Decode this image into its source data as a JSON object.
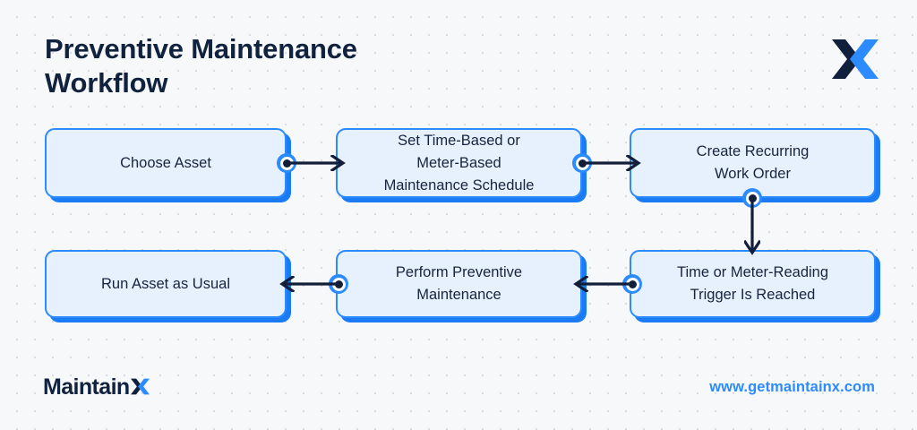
{
  "header": {
    "title": "Preventive Maintenance\nWorkflow",
    "brand_mark": "maintainx-x-icon"
  },
  "theme": {
    "background": "#f7f8fa",
    "dot_grid": "#d9dce2",
    "navy": "#11223f",
    "accent_blue": "#2b8bff",
    "box_fill": "#e7f1fe",
    "box_border": "#2b8bff",
    "box_shadow": "#1b7bf5",
    "arrow": "#131f38"
  },
  "flowchart": {
    "nodes": [
      {
        "id": "choose-asset",
        "label": "Choose Asset",
        "row": 1,
        "col": 1
      },
      {
        "id": "set-schedule",
        "label": "Set Time-Based or\nMeter-Based\nMaintenance Schedule",
        "row": 1,
        "col": 2
      },
      {
        "id": "create-wo",
        "label": "Create Recurring\nWork Order",
        "row": 1,
        "col": 3
      },
      {
        "id": "run-asset",
        "label": "Run Asset as Usual",
        "row": 2,
        "col": 1
      },
      {
        "id": "perform-pm",
        "label": "Perform Preventive\nMaintenance",
        "row": 2,
        "col": 2
      },
      {
        "id": "trigger-reached",
        "label": "Time or Meter-Reading\nTrigger Is Reached",
        "row": 2,
        "col": 3
      }
    ],
    "connectors": [
      {
        "id": "conn-1",
        "from": "choose-asset",
        "to": "set-schedule",
        "direction": "right",
        "icon": "arrow-right-icon"
      },
      {
        "id": "conn-2",
        "from": "set-schedule",
        "to": "create-wo",
        "direction": "right",
        "icon": "arrow-right-icon"
      },
      {
        "id": "conn-3",
        "from": "create-wo",
        "to": "trigger-reached",
        "direction": "down",
        "icon": "arrow-down-icon"
      },
      {
        "id": "conn-4",
        "from": "trigger-reached",
        "to": "perform-pm",
        "direction": "left",
        "icon": "arrow-left-icon"
      },
      {
        "id": "conn-5",
        "from": "perform-pm",
        "to": "run-asset",
        "direction": "left",
        "icon": "arrow-left-icon"
      }
    ]
  },
  "footer": {
    "logo_text": "Maintain",
    "logo_mark": "maintainx-x-icon",
    "url": "www.getmaintainx.com"
  }
}
